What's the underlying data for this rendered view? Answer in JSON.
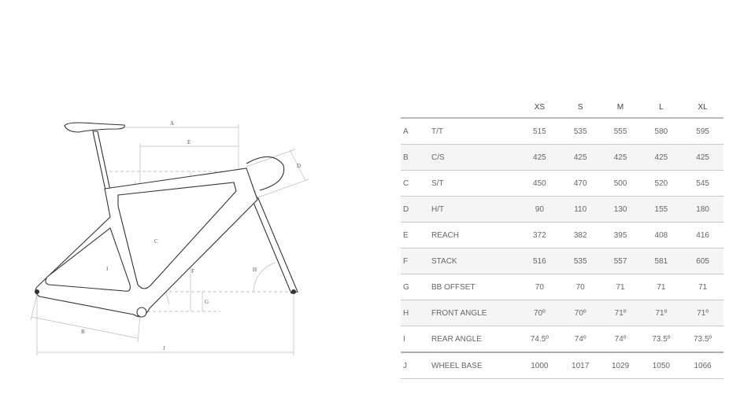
{
  "diagram": {
    "labels": {
      "A": "A",
      "B": "B",
      "C": "C",
      "D": "D",
      "E": "E",
      "F": "F",
      "G": "G",
      "H": "H",
      "I": "I",
      "J": "J"
    }
  },
  "table": {
    "sizes": [
      "XS",
      "S",
      "M",
      "L",
      "XL"
    ],
    "rows": [
      {
        "letter": "A",
        "name": "T/T",
        "values": [
          "515",
          "535",
          "555",
          "580",
          "595"
        ]
      },
      {
        "letter": "B",
        "name": "C/S",
        "values": [
          "425",
          "425",
          "425",
          "425",
          "425"
        ]
      },
      {
        "letter": "C",
        "name": "S/T",
        "values": [
          "450",
          "470",
          "500",
          "520",
          "545"
        ]
      },
      {
        "letter": "D",
        "name": "H/T",
        "values": [
          "90",
          "110",
          "130",
          "155",
          "180"
        ]
      },
      {
        "letter": "E",
        "name": "REACH",
        "values": [
          "372",
          "382",
          "395",
          "408",
          "416"
        ]
      },
      {
        "letter": "F",
        "name": "STACK",
        "values": [
          "516",
          "535",
          "557",
          "581",
          "605"
        ]
      },
      {
        "letter": "G",
        "name": "BB OFFSET",
        "values": [
          "70",
          "70",
          "71",
          "71",
          "71"
        ]
      },
      {
        "letter": "H",
        "name": "FRONT ANGLE",
        "values": [
          "70º",
          "70º",
          "71º",
          "71º",
          "71º"
        ]
      },
      {
        "letter": "I",
        "name": "REAR ANGLE",
        "values": [
          "74.5º",
          "74º",
          "74º",
          "73.5º",
          "73.5º"
        ]
      },
      {
        "letter": "J",
        "name": "WHEEL BASE",
        "values": [
          "1000",
          "1017",
          "1029",
          "1050",
          "1066"
        ]
      }
    ]
  }
}
